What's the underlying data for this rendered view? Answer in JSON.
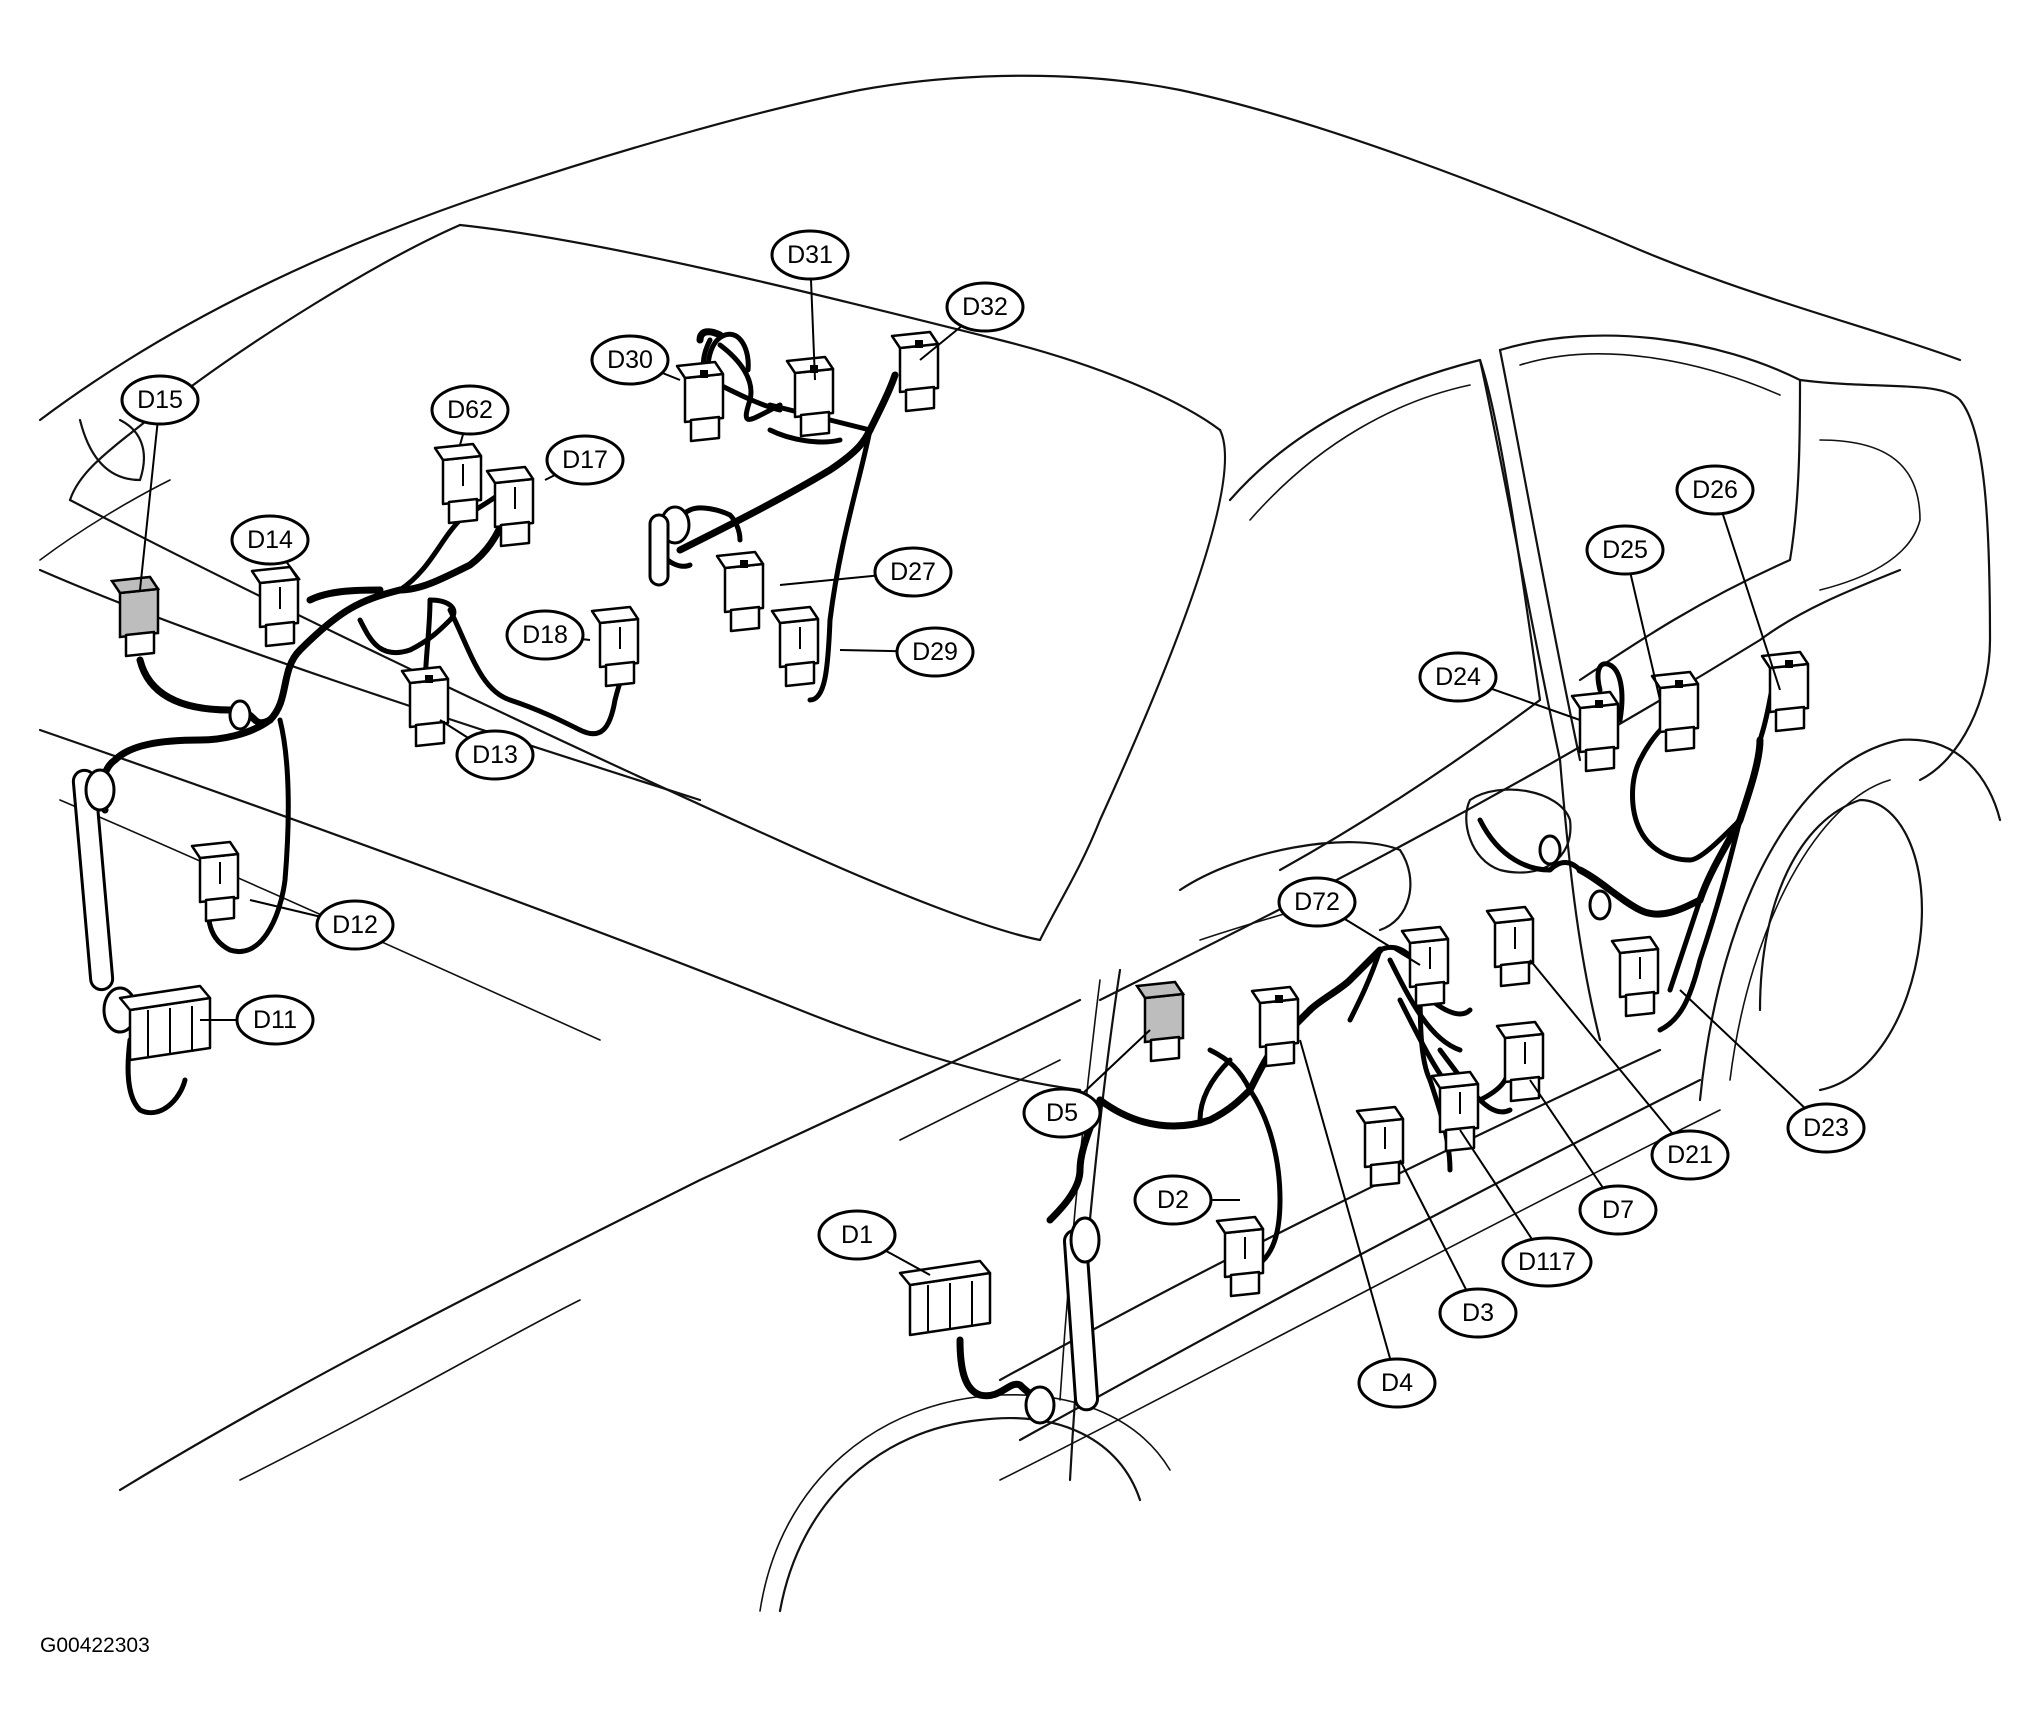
{
  "diagram": {
    "figure_id": "G00422303",
    "connector_labels": [
      "D15",
      "D62",
      "D17",
      "D14",
      "D18",
      "D13",
      "D12",
      "D11",
      "D30",
      "D31",
      "D32",
      "D27",
      "D29",
      "D26",
      "D25",
      "D24",
      "D72",
      "D5",
      "D2",
      "D1",
      "D4",
      "D3",
      "D117",
      "D7",
      "D21",
      "D23"
    ]
  }
}
